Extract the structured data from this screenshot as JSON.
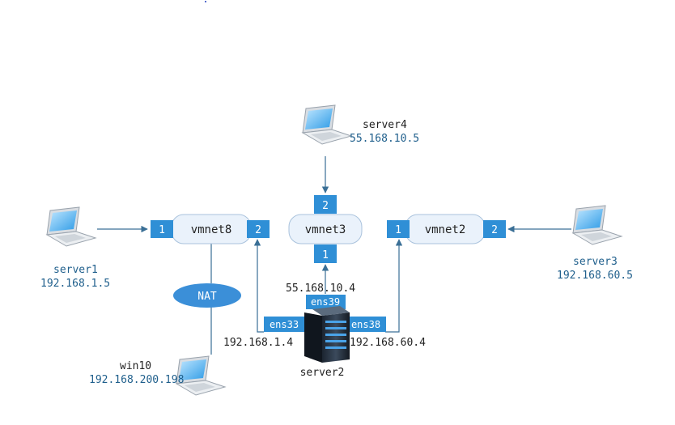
{
  "colors": {
    "port_fill": "#2f8fd6",
    "line": "#3a6f96",
    "switch_fill": "#eaf2fb",
    "switch_stroke": "#a9c2dc",
    "nat_fill": "#3b8fd8"
  },
  "hosts": {
    "server1": {
      "name": "server1",
      "ip": "192.168.1.5"
    },
    "server3": {
      "name": "server3",
      "ip": "192.168.60.5"
    },
    "server4": {
      "name": "server4",
      "ip": "55.168.10.5"
    },
    "win10": {
      "name": "win10",
      "ip": "192.168.200.198"
    },
    "server2": {
      "name": "server2"
    }
  },
  "switches": {
    "vmnet8": {
      "label": "vmnet8",
      "ports": [
        "1",
        "2"
      ]
    },
    "vmnet3": {
      "label": "vmnet3",
      "ports": [
        "2",
        "1"
      ]
    },
    "vmnet2": {
      "label": "vmnet2",
      "ports": [
        "1",
        "2"
      ]
    }
  },
  "nat": {
    "label": "NAT"
  },
  "interfaces": {
    "ens33": {
      "label": "ens33",
      "ip": "192.168.1.4"
    },
    "ens39": {
      "label": "ens39",
      "ip": "55.168.10.4"
    },
    "ens38": {
      "label": "ens38",
      "ip": "192.168.60.4"
    }
  },
  "icons": [
    "laptop-icon",
    "server-tower-icon"
  ]
}
